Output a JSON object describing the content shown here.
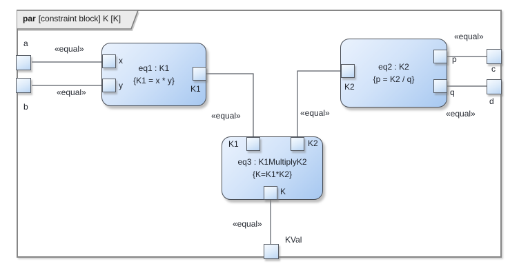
{
  "frame": {
    "keyword": "par",
    "title": "[constraint block] K [K]"
  },
  "blocks": {
    "eq1": {
      "name": "eq1 : K1",
      "constraint": "{K1 = x * y}",
      "ports": {
        "x": "x",
        "y": "y",
        "k1": "K1"
      }
    },
    "eq2": {
      "name": "eq2 : K2",
      "constraint": "{p = K2 / q}",
      "ports": {
        "k2": "K2",
        "p": "p",
        "q": "q"
      }
    },
    "eq3": {
      "name": "eq3 : K1MultiplyK2",
      "constraint": "{K=K1*K2}",
      "ports": {
        "k1": "K1",
        "k2": "K2",
        "k": "K"
      }
    }
  },
  "frame_ports": {
    "a": "a",
    "b": "b",
    "c": "c",
    "d": "d",
    "kval": "KVal"
  },
  "connectors": [
    {
      "id": "a-x",
      "from": "a",
      "to": "eq1.x",
      "label": "«equal»"
    },
    {
      "id": "b-y",
      "from": "b",
      "to": "eq1.y",
      "label": "«equal»"
    },
    {
      "id": "k1-k1",
      "from": "eq1.K1",
      "to": "eq3.K1",
      "label": "«equal»"
    },
    {
      "id": "k2-k2",
      "from": "eq2.K2",
      "to": "eq3.K2",
      "label": "«equal»"
    },
    {
      "id": "p-c",
      "from": "eq2.p",
      "to": "c",
      "label": "«equal»"
    },
    {
      "id": "q-d",
      "from": "eq2.q",
      "to": "d",
      "label": "«equal»"
    },
    {
      "id": "k-kval",
      "from": "eq3.K",
      "to": "KVal",
      "label": "«equal»"
    }
  ],
  "colors": {
    "block_fill_light": "#eaf2fd",
    "block_fill_dark": "#a7c8f0",
    "block_border": "#474c54",
    "port_fill_light": "#f7fbff",
    "port_fill_dark": "#bcd6f4",
    "frame_border": "#868686",
    "tab_fill": "#ebebeb",
    "connector": "#575c63",
    "text": "#20242c"
  }
}
